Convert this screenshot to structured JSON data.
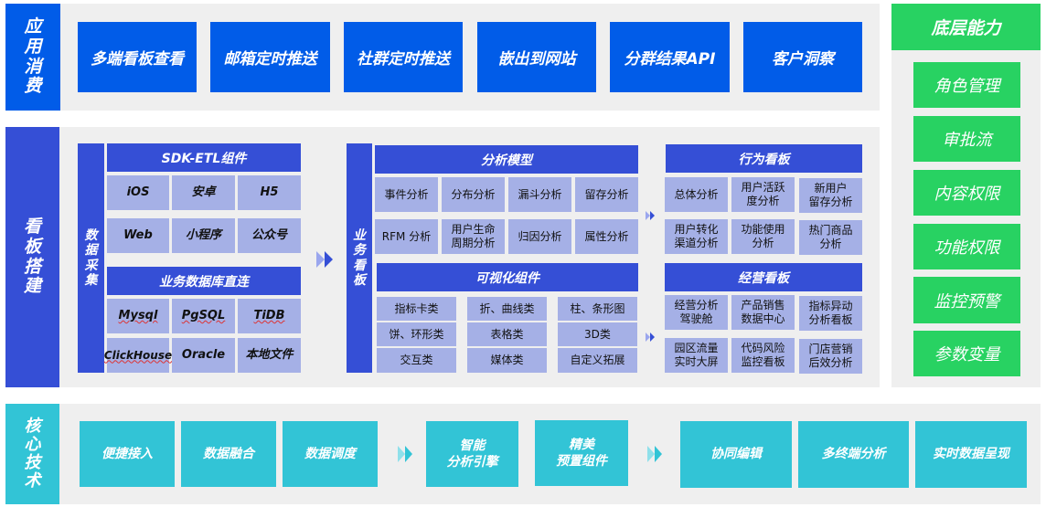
{
  "colors": {
    "primary_blue": "#015ce8",
    "indigo": "#354fd6",
    "cell_lavender": "#a5b0e6",
    "green": "#28d262",
    "cyan": "#32c4d6",
    "panel_gray": "#efefef"
  },
  "app_consumption": {
    "label": [
      "应",
      "用",
      "消",
      "费"
    ],
    "items": [
      "多端看板查看",
      "邮箱定时推送",
      "社群定时推送",
      "嵌出到网站",
      "分群结果API",
      "客户洞察"
    ]
  },
  "dashboard_build": {
    "label": [
      "看",
      "板",
      "搭",
      "建"
    ],
    "data_collection": {
      "label": [
        "数",
        "据",
        "采",
        "集"
      ],
      "sdk_etl": {
        "title": "SDK-ETL组件",
        "items": [
          "iOS",
          "安卓",
          "H5",
          "Web",
          "小程序",
          "公众号"
        ]
      },
      "db_direct": {
        "title": "业务数据库直连",
        "items": [
          "Mysql",
          "PgSQL",
          "TiDB",
          "ClickHouse",
          "Oracle",
          "本地文件"
        ]
      }
    },
    "business_dashboard": {
      "label": [
        "业",
        "务",
        "看",
        "板"
      ],
      "analysis_models": {
        "title": "分析模型",
        "items": [
          "事件分析",
          "分布分析",
          "漏斗分析",
          "留存分析",
          "RFM 分析",
          "用户生命\n周期分析",
          "归因分析",
          "属性分析"
        ]
      },
      "visual_components": {
        "title": "可视化组件",
        "items": [
          "指标卡类",
          "折、曲线类",
          "柱、条形图",
          "饼、环形类",
          "表格类",
          "3D类",
          "交互类",
          "媒体类",
          "自定义拓展"
        ]
      }
    },
    "behavior_dashboard": {
      "title": "行为看板",
      "items": [
        "总体分析",
        "用户活跃\n度分析",
        "新用户\n留存分析",
        "用户转化\n渠道分析",
        "功能使用\n分析",
        "热门商品\n分析"
      ]
    },
    "operations_dashboard": {
      "title": "经营看板",
      "items": [
        "经营分析\n驾驶舱",
        "产品销售\n数据中心",
        "指标异动\n分析看板",
        "园区流量\n实时大屏",
        "代码风险\n监控看板",
        "门店营销\n后效分析"
      ]
    }
  },
  "base_capabilities": {
    "title": "底层能力",
    "items": [
      "角色管理",
      "审批流",
      "内容权限",
      "功能权限",
      "监控预警",
      "参数变量"
    ]
  },
  "core_tech": {
    "label": [
      "核",
      "心",
      "技",
      "术"
    ],
    "group1": [
      "便捷接入",
      "数据融合",
      "数据调度"
    ],
    "group2": [
      "智能\n分析引擎",
      "精美\n预置组件"
    ],
    "group3": [
      "协同编辑",
      "多终端分析",
      "实时数据呈现"
    ]
  }
}
